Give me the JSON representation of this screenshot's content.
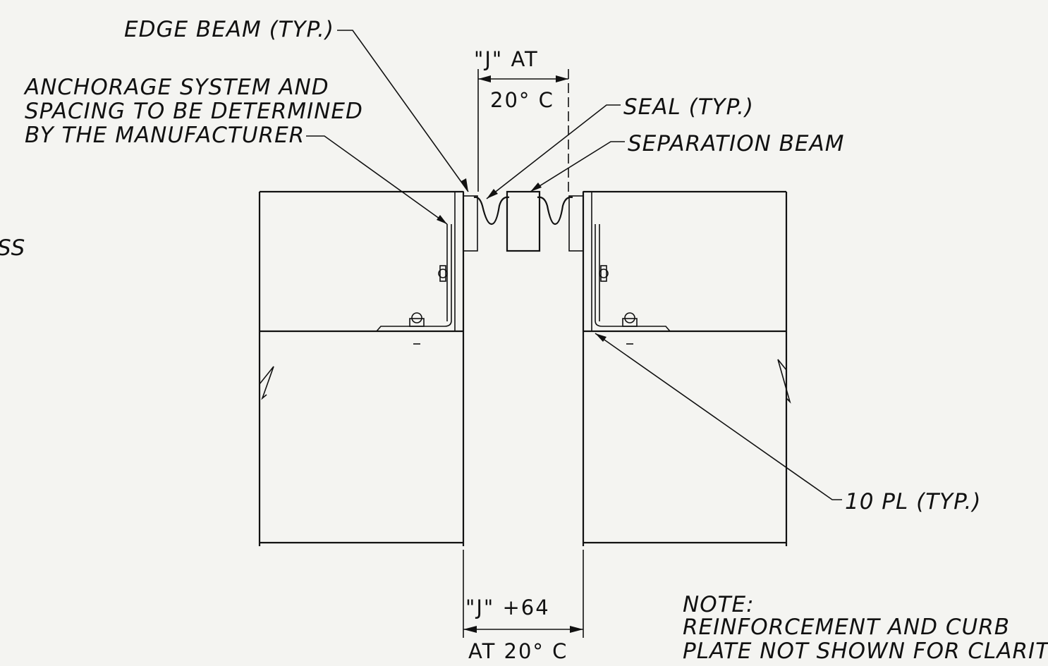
{
  "labels": {
    "edge_beam": "EDGE BEAM (TYP.)",
    "anchorage_1": "ANCHORAGE SYSTEM AND",
    "anchorage_2": "SPACING TO BE DETERMINED",
    "anchorage_3": "BY THE MANUFACTURER",
    "seal": "SEAL (TYP.)",
    "separation_beam": "SEPARATION BEAM",
    "plate": "10 PL (TYP.)",
    "cropped_left": "SS",
    "note_title": "NOTE:",
    "note_line_1": "REINFORCEMENT AND CURB",
    "note_line_2": "PLATE NOT SHOWN FOR CLARITY"
  },
  "dimensions": {
    "top_1": "\"J\" AT",
    "top_2": "20° C",
    "bottom_1": "\"J\" +64",
    "bottom_2": "AT 20° C"
  }
}
